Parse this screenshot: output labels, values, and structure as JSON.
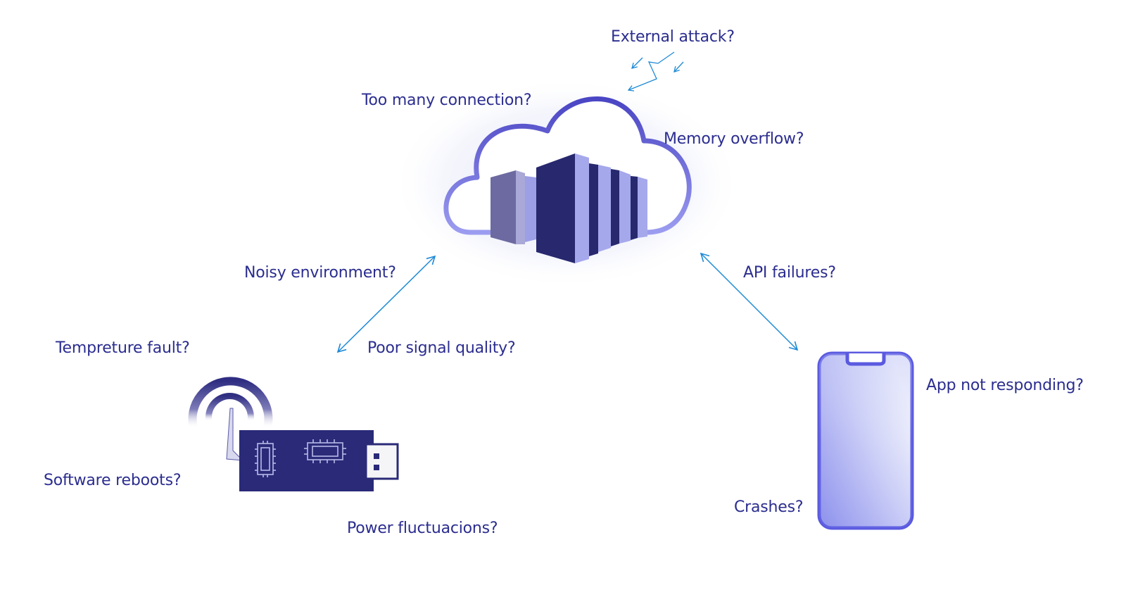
{
  "colors": {
    "label_text": "#2b2d8f",
    "arrow": "#1e8ad6",
    "cloud_outline": "#5b5bd6",
    "cloud_glow": "#d9dcf7",
    "server_dark": "#27286e",
    "server_light": "#a6a8ec",
    "server_grey": "#6c6aa0",
    "device_body": "#2a2a78",
    "phone_outline": "#5a5ae0",
    "phone_fill_light": "#e9ebfb",
    "phone_fill_dark": "#8f93ee"
  },
  "icons": {
    "cloud": "cloud-server-icon",
    "device": "usb-iot-device-icon",
    "phone": "smartphone-icon",
    "attack": "lightning-attack-icon",
    "signal": "wireless-signal-icon"
  },
  "labels": {
    "external_attack": "External attack?",
    "too_many_connection": "Too many connection?",
    "memory_overflow": "Memory overflow?",
    "noisy_environment": "Noisy environment?",
    "api_failures": "API failures?",
    "tempreture_fault": "Tempreture fault?",
    "poor_signal_quality": "Poor signal quality?",
    "app_not_responding": "App not responding?",
    "software_reboots": "Software reboots?",
    "crashes": "Crashes?",
    "power_fluctuacions": "Power fluctuacions?"
  }
}
